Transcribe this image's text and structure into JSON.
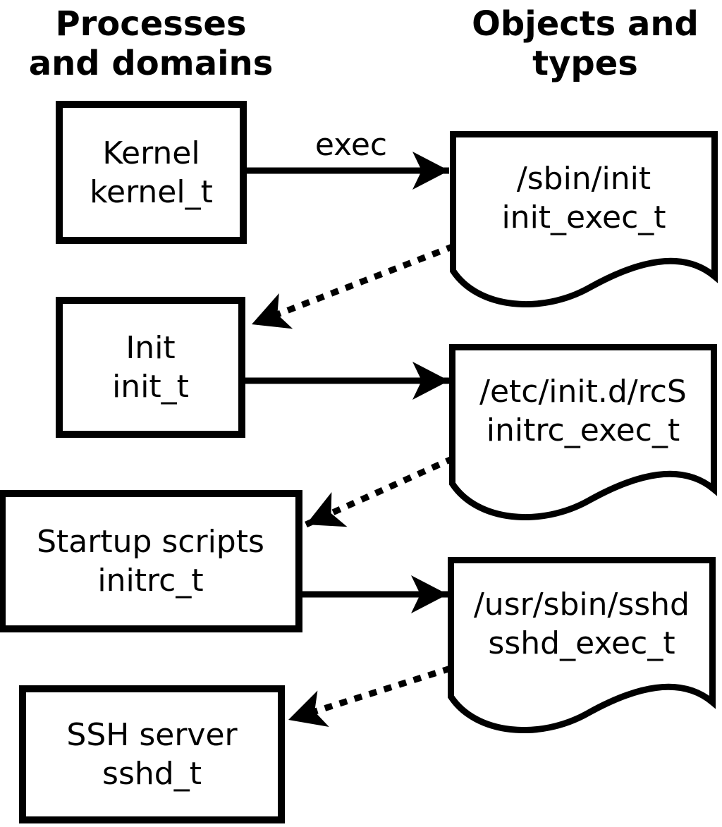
{
  "diagram": {
    "title_context": "SELinux domain transition flow",
    "column_headers": {
      "left": "Processes\nand domains",
      "right": "Objects and\ntypes"
    },
    "processes": [
      {
        "name": "Kernel",
        "domain": "kernel_t"
      },
      {
        "name": "Init",
        "domain": "init_t"
      },
      {
        "name": "Startup scripts",
        "domain": "initrc_t"
      },
      {
        "name": "SSH server",
        "domain": "sshd_t"
      }
    ],
    "objects": [
      {
        "path": "/sbin/init",
        "type": "init_exec_t"
      },
      {
        "path": "/etc/init.d/rcS",
        "type": "initrc_exec_t"
      },
      {
        "path": "/usr/sbin/sshd",
        "type": "sshd_exec_t"
      }
    ],
    "edges": [
      {
        "from": "kernel_t",
        "to": "/sbin/init",
        "style": "solid",
        "label": "exec"
      },
      {
        "from": "/sbin/init",
        "to": "init_t",
        "style": "dotted",
        "label": ""
      },
      {
        "from": "init_t",
        "to": "/etc/init.d/rcS",
        "style": "solid",
        "label": ""
      },
      {
        "from": "/etc/init.d/rcS",
        "to": "initrc_t",
        "style": "dotted",
        "label": ""
      },
      {
        "from": "initrc_t",
        "to": "/usr/sbin/sshd",
        "style": "solid",
        "label": ""
      },
      {
        "from": "/usr/sbin/sshd",
        "to": "sshd_t",
        "style": "dotted",
        "label": ""
      }
    ],
    "colors": {
      "stroke": "#000000",
      "background": "#ffffff"
    }
  }
}
